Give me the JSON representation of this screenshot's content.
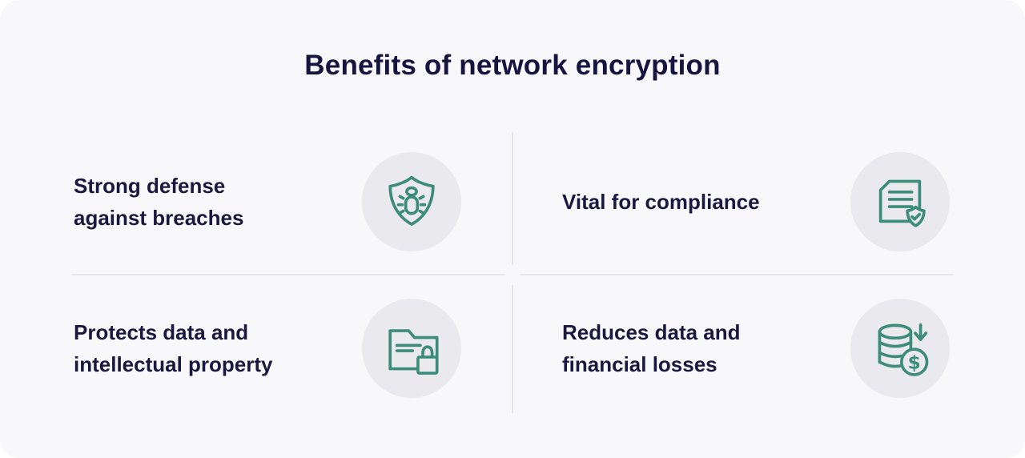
{
  "title": "Benefits of network encryption",
  "theme": {
    "page_background": "#ffffff",
    "panel_background": "#f8f8fb",
    "text_color": "#1b1840",
    "icon_stroke_color": "#3d8c7a",
    "icon_circle_background": "#e9e9ee",
    "divider_color": "#e4e4ea"
  },
  "items": [
    {
      "label": "Strong defense\nagainst breaches",
      "icon": "shield-bug-icon"
    },
    {
      "label": "Vital for compliance",
      "icon": "document-shield-check-icon"
    },
    {
      "label": "Protects data and\nintellectual property",
      "icon": "folder-lock-icon"
    },
    {
      "label": "Reduces data and\nfinancial losses",
      "icon": "database-decrease-dollar-icon"
    }
  ]
}
